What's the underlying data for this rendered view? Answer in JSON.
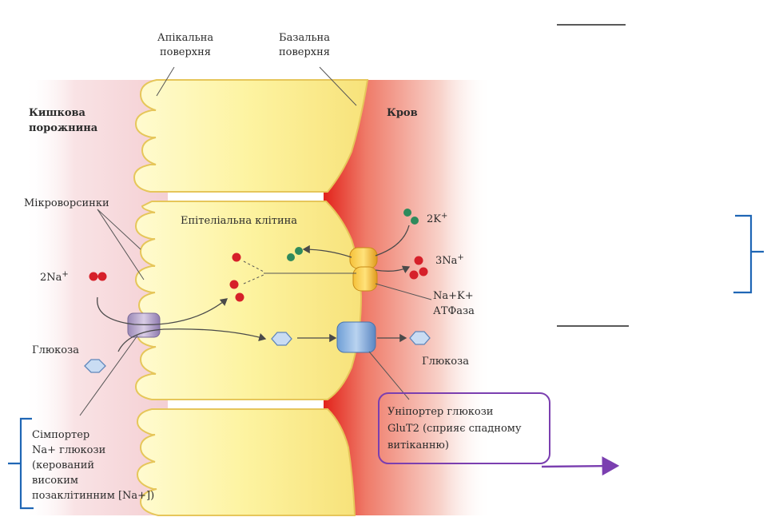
{
  "labels": {
    "apical_surface": [
      "Апікальна",
      "поверхня"
    ],
    "basal_surface": [
      "Базальна",
      "поверхня"
    ],
    "intestinal_lumen": [
      "Кишкова",
      "порожнина"
    ],
    "blood": "Кров",
    "microvilli": "Мікроворсинки",
    "epithelial_cell": "Епітеліальна клітина",
    "two_k": "2K",
    "plus": "+",
    "two_na": "2Na",
    "three_na": "3Na",
    "atpase_line1": "Na+K+",
    "atpase_line2": "АТФаза",
    "glucose_left": "Глюкоза",
    "glucose_right": "Глюкоза",
    "symporter": [
      "Сімпортер",
      "Na+ глюкози",
      "(керований",
      "високим",
      "позаклітинним [Na+])"
    ],
    "uniporter": [
      "Уніпортер глюкози",
      "GluT2 (сприяє спадному",
      "витіканню)"
    ]
  },
  "colors": {
    "cell_fill": "#fdf5a8",
    "cell_edge": "#e9c95a",
    "lumen": "#f7dadd",
    "blood_light": "#f6bfb4",
    "blood_dark": "#e4231b",
    "sodium": "#d6202a",
    "potassium": "#2f8a5c",
    "glucose": "#c9dcf3",
    "annotation_purple": "#7b3fb0",
    "annotation_blue": "#1f66b5"
  }
}
